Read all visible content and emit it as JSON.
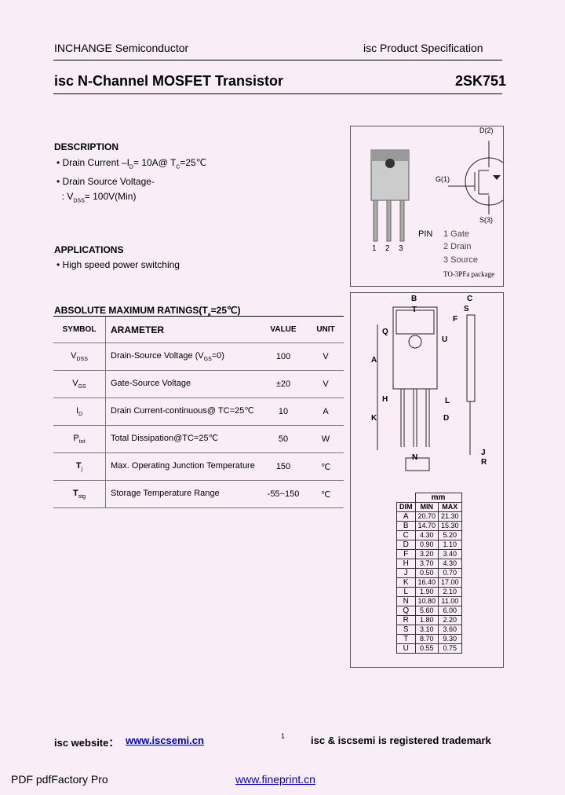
{
  "header": {
    "company": "INCHANGE Semiconductor",
    "spec": "isc Product Specification",
    "title": "isc N-Channel MOSFET Transistor",
    "part": "2SK751"
  },
  "description": {
    "heading": "DESCRIPTION",
    "items": [
      "Drain Current –I",
      "D",
      "= 10A@ T",
      "C",
      "=25℃",
      "Drain Source Voltage-",
      ": V",
      "DSS",
      "= 100V(Min)"
    ]
  },
  "applications": {
    "heading": "APPLICATIONS",
    "items": [
      "High speed power switching"
    ]
  },
  "pinout": {
    "pin_label": "PIN",
    "pins": [
      "1 Gate",
      "2 Drain",
      "3 Source"
    ],
    "package": "TO-3PFa package",
    "numbers": [
      "1",
      "2",
      "3"
    ],
    "terminals": [
      "D(2)",
      "G(1)",
      "S(3)"
    ]
  },
  "ratings": {
    "heading": "ABSOLUTE MAXIMUM RATINGS(T",
    "heading_sub": "a",
    "heading_end": "=25℃)",
    "columns": [
      "SYMBOL",
      "ARAMETER",
      "VALUE",
      "UNIT"
    ],
    "rows": [
      {
        "sym": "V",
        "sub": "DSS",
        "param": "Drain-Source Voltage (V",
        "psub": "GS",
        "pend": "=0)",
        "value": "100",
        "unit": "V"
      },
      {
        "sym": "V",
        "sub": "GS",
        "param": "Gate-Source Voltage",
        "psub": "",
        "pend": "",
        "value": "±20",
        "unit": "V"
      },
      {
        "sym": "I",
        "sub": "D",
        "param": "Drain Current-continuous@ TC=25℃",
        "psub": "",
        "pend": "",
        "value": "10",
        "unit": "A"
      },
      {
        "sym": "P",
        "sub": "tot",
        "param": "Total Dissipation@TC=25℃",
        "psub": "",
        "pend": "",
        "value": "50",
        "unit": "W"
      },
      {
        "sym": "T",
        "sub": "j",
        "param": "Max. Operating Junction Temperature",
        "psub": "",
        "pend": "",
        "value": "150",
        "unit": "℃"
      },
      {
        "sym": "T",
        "sub": "stg",
        "param": "Storage Temperature Range",
        "psub": "",
        "pend": "",
        "value": "-55~150",
        "unit": "℃"
      }
    ]
  },
  "dimensions": {
    "unit": "mm",
    "columns": [
      "DIM",
      "MIN",
      "MAX"
    ],
    "rows": [
      [
        "A",
        "20.70",
        "21.30"
      ],
      [
        "B",
        "14.70",
        "15.30"
      ],
      [
        "C",
        "4.30",
        "5.20"
      ],
      [
        "D",
        "0.90",
        "1.10"
      ],
      [
        "F",
        "3.20",
        "3.40"
      ],
      [
        "H",
        "3.70",
        "4.30"
      ],
      [
        "J",
        "0.50",
        "0.70"
      ],
      [
        "K",
        "16.40",
        "17.00"
      ],
      [
        "L",
        "1.90",
        "2.10"
      ],
      [
        "N",
        "10.80",
        "11.00"
      ],
      [
        "Q",
        "5.60",
        "6.00"
      ],
      [
        "R",
        "1.80",
        "2.20"
      ],
      [
        "S",
        "3.10",
        "3.60"
      ],
      [
        "T",
        "8.70",
        "9.30"
      ],
      [
        "U",
        "0.55",
        "0.75"
      ]
    ],
    "drawing_labels": [
      "B",
      "T",
      "C",
      "S",
      "F",
      "Q",
      "U",
      "A",
      "H",
      "L",
      "K",
      "D",
      "N",
      "J",
      "R"
    ]
  },
  "footer": {
    "website_label": "isc website：",
    "website": "www.iscsemi.cn",
    "page_mark": "1",
    "trademark": "isc & iscsemi is registered trademark",
    "pdf": "PDF  pdfFactory Pro",
    "fineprint": "www.fineprint.cn"
  }
}
